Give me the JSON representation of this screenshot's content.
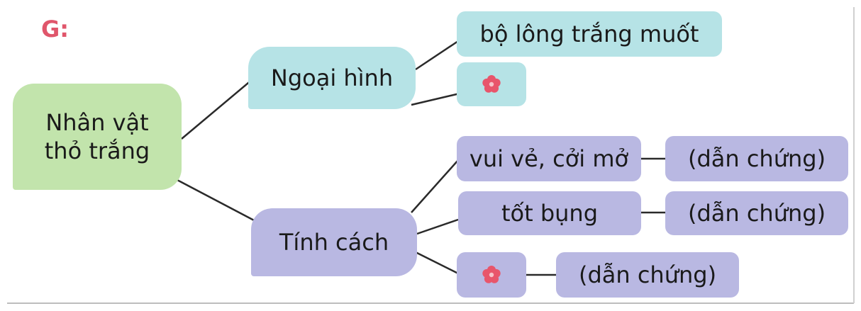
{
  "label": "G:",
  "root": "Nhân vật thỏ trắng",
  "appearance": {
    "title": "Ngoại hình",
    "items": [
      "bộ lông trắng muốt"
    ]
  },
  "personality": {
    "title": "Tính cách",
    "items": [
      "vui vẻ, cởi mở",
      "tốt bụng"
    ],
    "evidence": [
      "(dẫn chứng)",
      "(dẫn chứng)",
      "(dẫn chứng)"
    ]
  },
  "colors": {
    "accent": "#e0566b",
    "root_fill": "#c2e4ac",
    "appearance_fill": "#b6e3e6",
    "personality_fill": "#b9b8e2",
    "flower": "#e8556b"
  },
  "icons": [
    "flower-icon",
    "flower-icon"
  ]
}
